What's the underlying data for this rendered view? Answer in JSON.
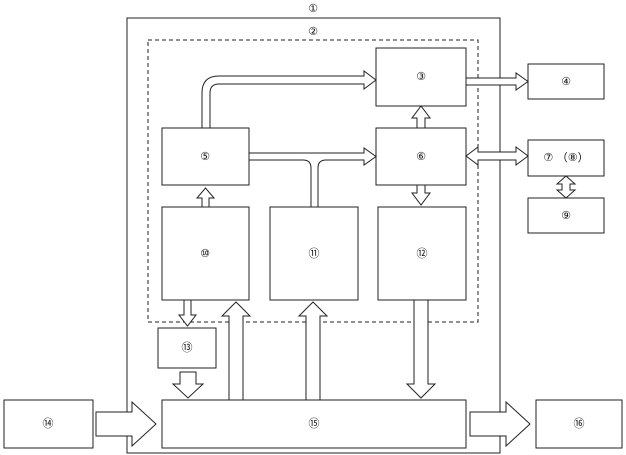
{
  "labels": {
    "n1": "①",
    "n2": "②",
    "n3": "③",
    "n4": "④",
    "n5": "⑤",
    "n6": "⑥",
    "n7_8": "⑦ （⑧）",
    "n9": "⑨",
    "n10": "⑩",
    "n11": "⑪",
    "n12": "⑫",
    "n13": "⑬",
    "n14": "⑭",
    "n15": "⑮",
    "n16": "⑯"
  },
  "colors": {
    "stroke": "#222222",
    "fill": "#ffffff",
    "text": "#111111"
  }
}
